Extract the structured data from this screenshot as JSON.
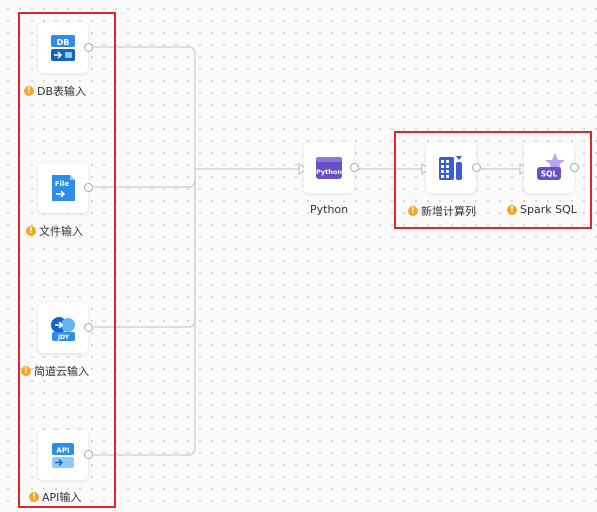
{
  "nodes": {
    "db": {
      "label": "DB表输入",
      "icon": "database-input-icon",
      "warning": true
    },
    "file": {
      "label": "文件输入",
      "icon": "file-input-icon",
      "warning": true
    },
    "jdy": {
      "label": "简道云输入",
      "icon": "jiandaoyun-input-icon",
      "warning": true
    },
    "api": {
      "label": "API输入",
      "icon": "api-input-icon",
      "warning": true
    },
    "python": {
      "label": "Python",
      "icon": "python-icon",
      "warning": false
    },
    "newcol": {
      "label": "新增计算列",
      "icon": "add-calculated-column-icon",
      "warning": true
    },
    "sparksql": {
      "label": "Spark SQL",
      "icon": "spark-sql-icon",
      "warning": true
    }
  },
  "icon_text": {
    "db": "DB",
    "file": "File",
    "jdy": "JDY",
    "api": "API",
    "python": "Python",
    "sql": "SQL"
  },
  "warning_symbol": "!",
  "colors": {
    "accent": "#1e88e5",
    "python": "#6a4fc7",
    "selection": "#e0252b",
    "warning": "#f5a623",
    "connector": "#cccccc"
  }
}
